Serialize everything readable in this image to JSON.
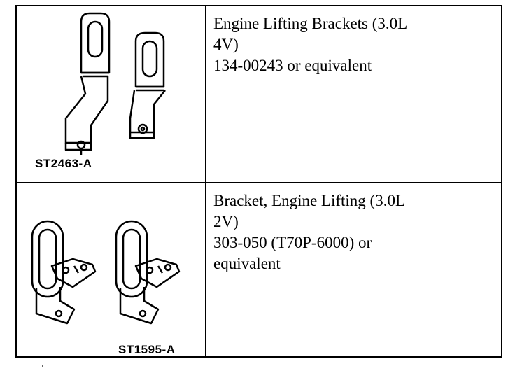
{
  "tools": [
    {
      "illustration_code": "ST2463-A",
      "description_lines": [
        "Engine Lifting Brackets (3.0L",
        "4V)",
        "134-00243 or equivalent"
      ]
    },
    {
      "illustration_code": "ST1595-A",
      "description_lines": [
        "Bracket, Engine Lifting (3.0L",
        "2V)",
        "303-050 (T70P-6000) or",
        "equivalent"
      ]
    }
  ]
}
